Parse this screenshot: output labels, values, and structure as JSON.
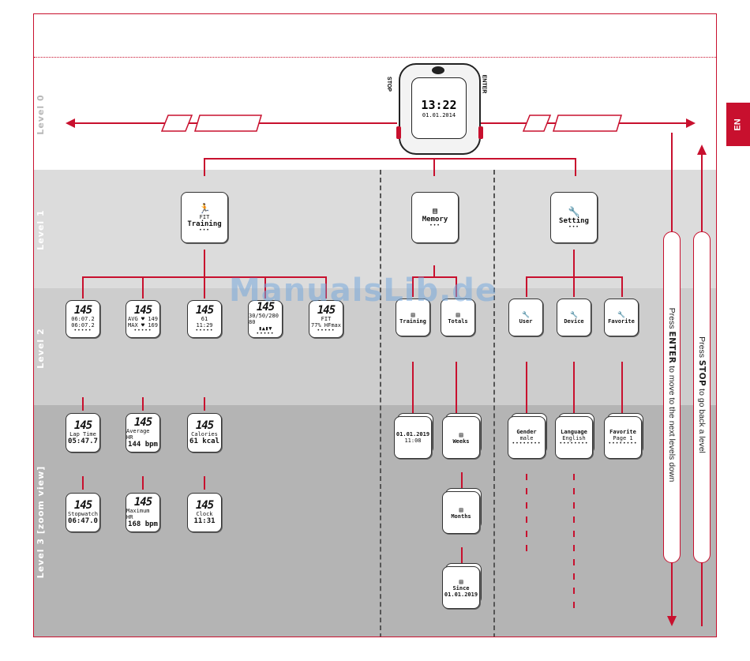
{
  "lang_tab": "EN",
  "watermark": "ManualsLib.de",
  "levels": {
    "level0": "Level 0",
    "level1": "Level 1",
    "level2": "Level 2",
    "level3": "Level 3 [zoom view]"
  },
  "watch": {
    "stop_label": "STOP",
    "enter_label": "ENTER",
    "time": "13:22",
    "date": "01.01.2014"
  },
  "instructions": {
    "enter_press": "Press",
    "enter_key": "ENTER",
    "enter_rest": "to move to the next levels down",
    "stop_press": "Press",
    "stop_key": "STOP",
    "stop_rest": "to go back a level"
  },
  "level1": {
    "training": {
      "label": "Training",
      "tag": "FIT"
    },
    "memory": {
      "label": "Memory"
    },
    "setting": {
      "label": "Setting"
    }
  },
  "level2": {
    "training_screens": [
      {
        "num": "145",
        "side": "1",
        "l1a": "06:07.2",
        "l2a": "06:07.2"
      },
      {
        "num": "145",
        "side": "1",
        "l1a": "AVG ♥ 149",
        "l2a": "MAX ♥ 169"
      },
      {
        "num": "145",
        "side": "2",
        "l1a": "61",
        "l2a": "11:29"
      },
      {
        "num": "145",
        "side": "1",
        "l1a": "30/50/280 80",
        "l2a": "▮▲▮▼"
      },
      {
        "num": "145",
        "side": "1",
        "l1a": "FIT",
        "l2a": "77% HFmax"
      }
    ],
    "memory_screens": [
      {
        "label": "Training"
      },
      {
        "label": "Totals"
      }
    ],
    "setting_screens": [
      {
        "label": "User"
      },
      {
        "label": "Device"
      },
      {
        "label": "Favorite"
      }
    ]
  },
  "level3": {
    "training_row1": [
      {
        "num": "145",
        "side": "1",
        "label": "Lap Time",
        "value": "05:47.7"
      },
      {
        "num": "145",
        "side": "2",
        "label": "Average HR",
        "value": "144 bpm"
      },
      {
        "num": "145",
        "side": "2",
        "label": "Calories",
        "value": "61 kcal"
      }
    ],
    "training_row2": [
      {
        "num": "145",
        "side": "2",
        "label": "Stopwatch",
        "value": "06:47.0"
      },
      {
        "num": "145",
        "side": "2",
        "label": "Maximum HR",
        "value": "168 bpm"
      },
      {
        "num": "145",
        "side": "2",
        "label": "Clock",
        "value": "11:31"
      }
    ],
    "memory_training": {
      "line1": "01.01.2019",
      "line2": "11:08"
    },
    "memory_totals": [
      {
        "label": "Weeks"
      },
      {
        "label": "Months"
      },
      {
        "label": "Since",
        "sub": "01.01.2019"
      }
    ],
    "settings": [
      {
        "label": "Gender",
        "value": "male"
      },
      {
        "label": "Language",
        "value": "English"
      },
      {
        "label": "Favorite",
        "value": "Page 1"
      }
    ]
  }
}
